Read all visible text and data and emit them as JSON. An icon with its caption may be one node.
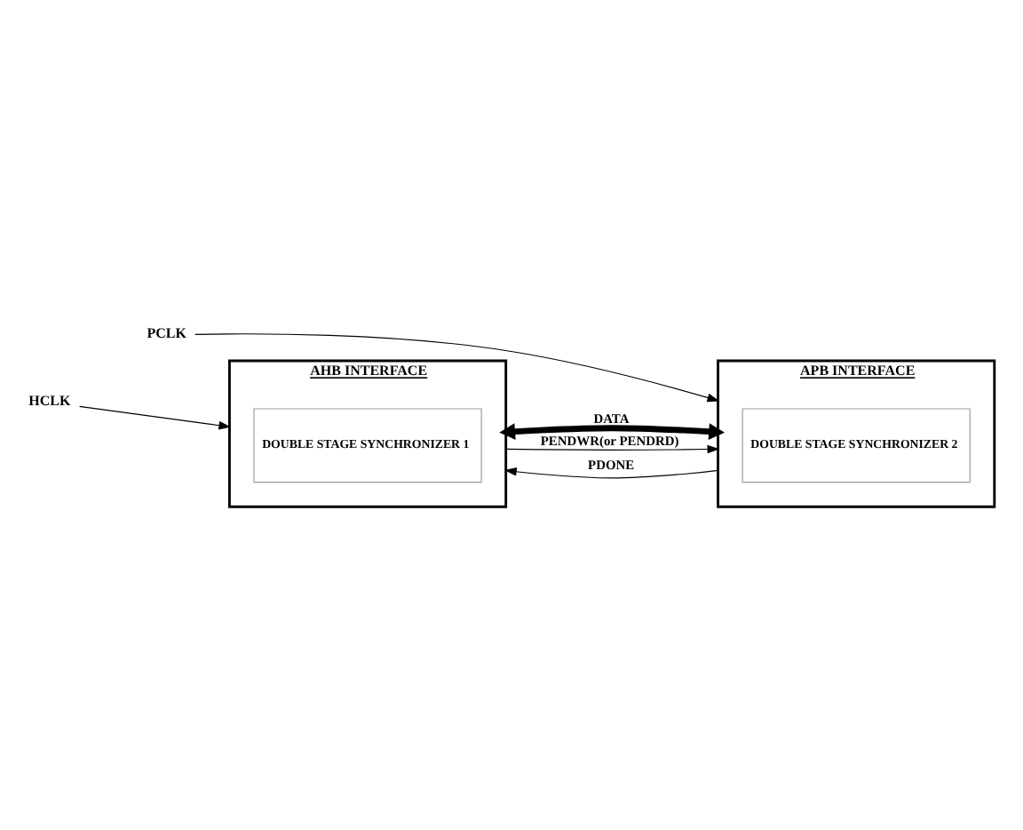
{
  "diagram": {
    "nodes": [
      {
        "text": [
          "AHB INTERFACE"
        ]
      },
      {
        "text": [
          "DOUBLE STAGE SYNCHRONIZER 1"
        ],
        "in": 0
      },
      {
        "text": [
          "APB INTERFACE"
        ]
      },
      {
        "text": [
          "DOUBLE STAGE SYNCHRONIZER 2"
        ],
        "in": 2
      },
      {
        "text": [
          "HCLK"
        ]
      },
      {
        "text": [
          "PCLK"
        ]
      }
    ],
    "edges": [
      {
        "from": 0,
        "to": 2,
        "arrow": "both",
        "label": "DATA",
        "style": "thick"
      },
      {
        "from": 0,
        "to": 2,
        "arrow": "to",
        "label": "PENDWR(or PENDRD)"
      },
      {
        "from": 2,
        "to": 0,
        "arrow": "to",
        "label": "PDONE"
      },
      {
        "from": 4,
        "to": 0,
        "arrow": "to"
      },
      {
        "from": 5,
        "to": 2,
        "arrow": "to"
      }
    ]
  }
}
